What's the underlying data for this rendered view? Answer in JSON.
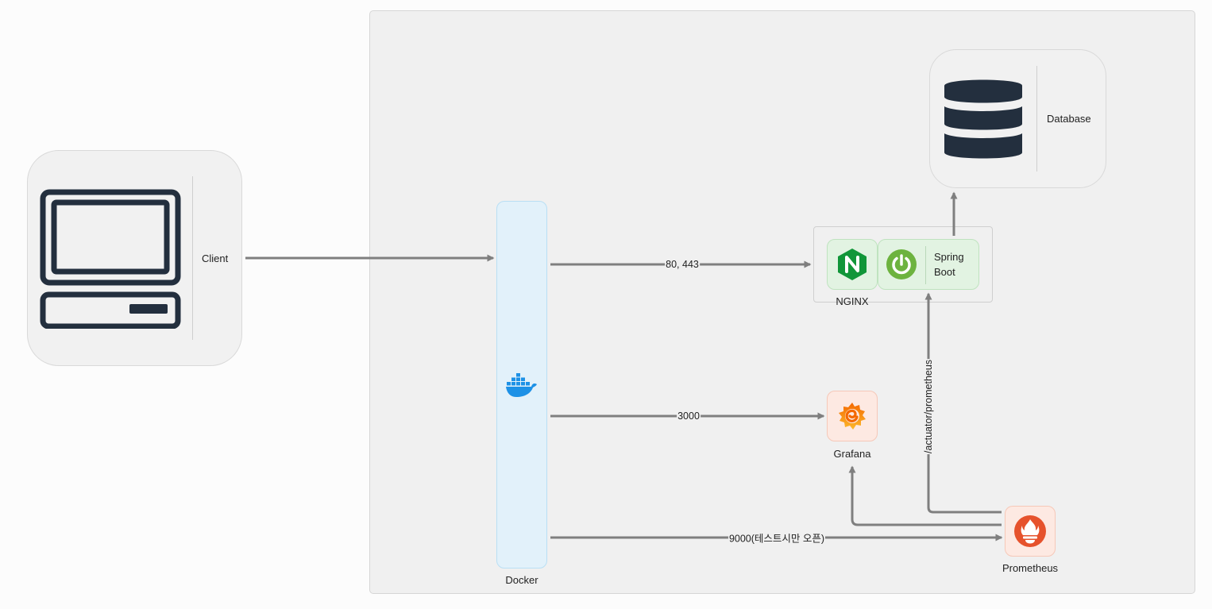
{
  "nodes": {
    "client": {
      "label": "Client",
      "icon": "computer-icon"
    },
    "docker": {
      "label": "Docker",
      "icon": "docker-whale-icon",
      "color": "#1d91e6"
    },
    "nginx": {
      "label": "NGINX",
      "icon": "nginx-icon",
      "color": "#119639"
    },
    "spring_boot": {
      "label": "Spring Boot",
      "label_line1": "Spring",
      "label_line2": "Boot",
      "icon": "spring-power-icon",
      "color": "#6db33f"
    },
    "database": {
      "label": "Database",
      "icon": "database-icon"
    },
    "grafana": {
      "label": "Grafana",
      "icon": "grafana-icon",
      "color": "#f46800"
    },
    "prometheus": {
      "label": "Prometheus",
      "icon": "prometheus-icon",
      "color": "#e6522c"
    }
  },
  "edges": {
    "client_to_docker": {
      "from": "Client",
      "to": "Docker",
      "label": ""
    },
    "docker_to_nginx": {
      "from": "Docker",
      "to": "NGINX",
      "label": "80, 443"
    },
    "docker_to_grafana": {
      "from": "Docker",
      "to": "Grafana",
      "label": "3000"
    },
    "docker_to_prometheus": {
      "from": "Docker",
      "to": "Prometheus",
      "label": "9000(테스트시만 오픈)"
    },
    "spring_to_database": {
      "from": "Spring Boot",
      "to": "Database",
      "label": ""
    },
    "prometheus_to_spring": {
      "from": "Prometheus",
      "to": "Spring Boot",
      "label": "/actuator/prometheus"
    },
    "prometheus_to_grafana": {
      "from": "Prometheus",
      "to": "Grafana",
      "label": ""
    }
  },
  "colors": {
    "edge": "#7f7f7f",
    "icon_dark": "#232f3e",
    "region_bg": "#f0f0f0"
  }
}
